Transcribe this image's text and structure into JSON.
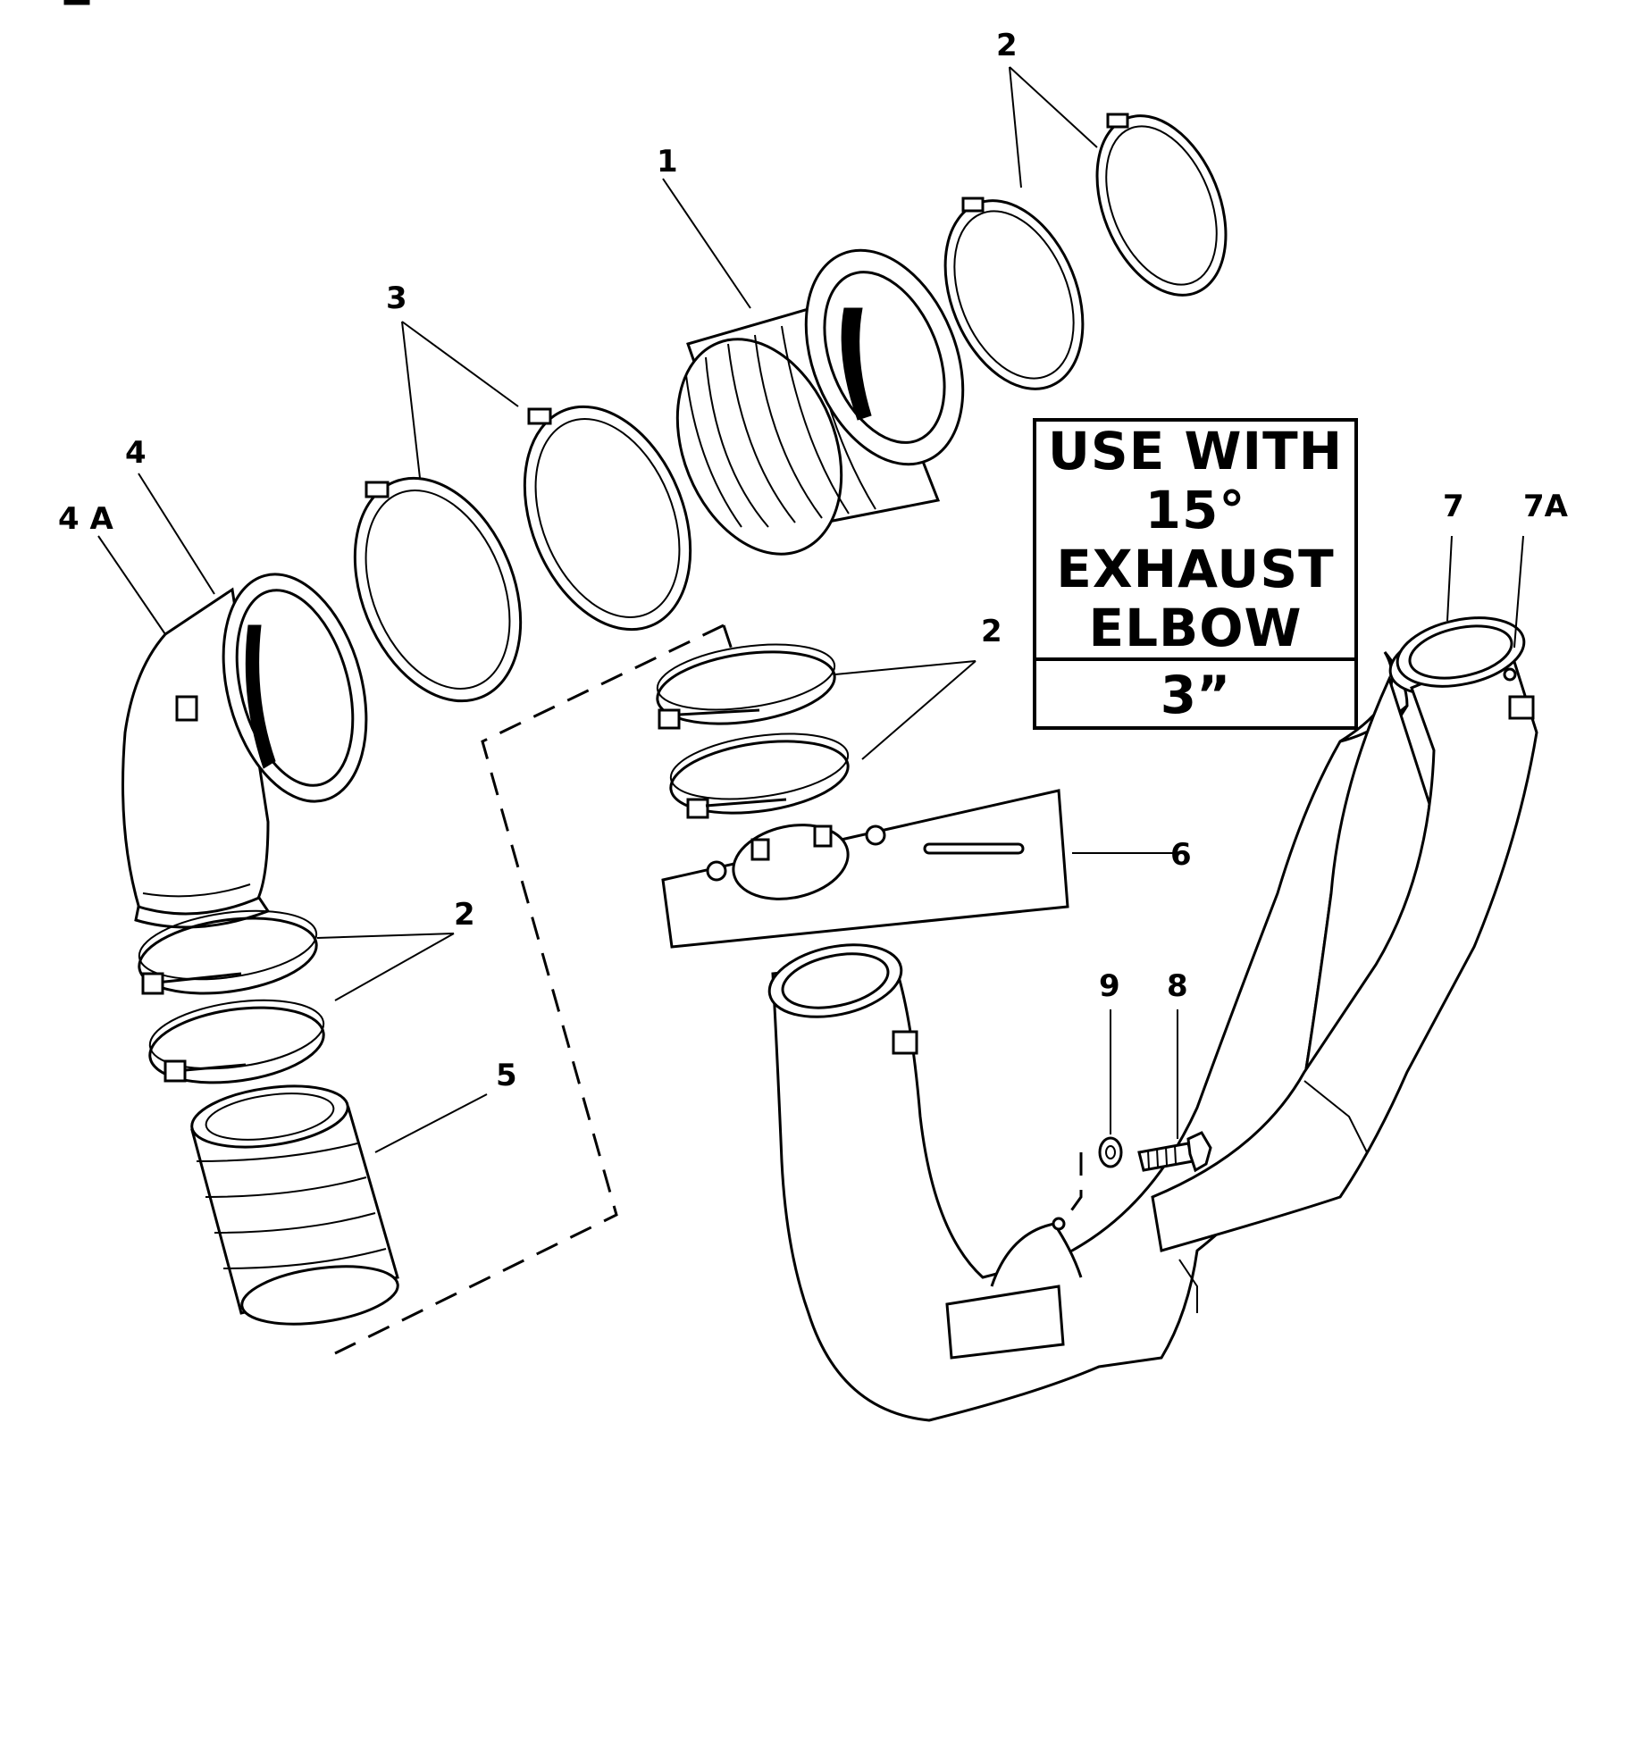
{
  "labels": {
    "l1": "1",
    "l2a": "2",
    "l2b": "2",
    "l2c": "2",
    "l3": "3",
    "l4": "4",
    "l4a": "4 A",
    "l5": "5",
    "l6": "6",
    "l7": "7",
    "l7a": "7A",
    "l8": "8",
    "l9": "9"
  },
  "note": {
    "line1": "USE WITH",
    "line2": "15°",
    "line3": "EXHAUST",
    "line4": "ELBOW",
    "size": "3”"
  },
  "icons": [
    "bellows-icon",
    "hose-clamp-icon",
    "exhaust-elbow-icon",
    "hose-icon",
    "gasket-plate-icon",
    "exhaust-pipe-icon",
    "bolt-icon",
    "washer-icon"
  ]
}
